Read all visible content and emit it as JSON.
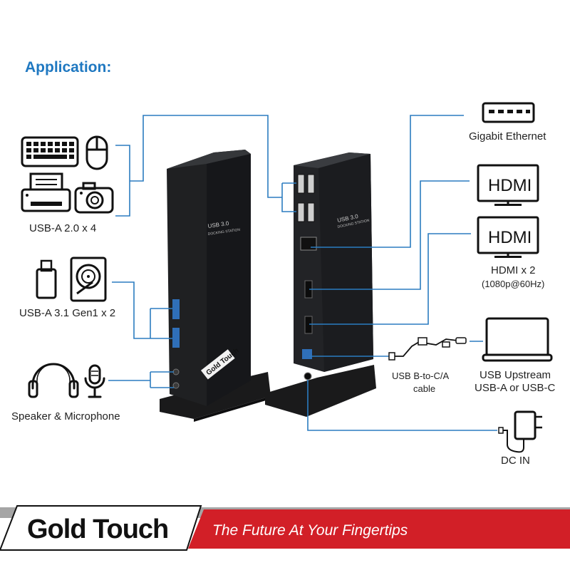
{
  "title": "Application:",
  "labels": {
    "usb_a_20": "USB-A 2.0 x 4",
    "usb_a_31": "USB-A 3.1 Gen1 x 2",
    "speaker_mic": "Speaker & Microphone",
    "gigabit_ethernet": "Gigabit Ethernet",
    "hdmi_count": "HDMI x 2",
    "hdmi_res": "(1080p@60Hz)",
    "usb_cable_line1": "USB B-to-C/A",
    "usb_cable_line2": "cable",
    "upstream_line1": "USB Upstream",
    "upstream_line2": "USB-A or USB-C",
    "dc_in": "DC IN"
  },
  "monitors": [
    {
      "text": "HDMI"
    },
    {
      "text": "HDMI"
    }
  ],
  "dock": {
    "front_text": "USB 3.0",
    "front_subtext": "DOCKING STATION",
    "back_text": "USB 3.0",
    "back_subtext": "DOCKING STATION",
    "sticker": "Gold Touch"
  },
  "brand": {
    "logo": "Gold Touch",
    "tagline": "The Future At Your Fingertips"
  },
  "icons": [
    "keyboard-icon",
    "mouse-icon",
    "printer-icon",
    "camera-icon",
    "usb-stick-icon",
    "hard-drive-icon",
    "headphones-icon",
    "microphone-icon",
    "ethernet-switch-icon",
    "monitor-icon",
    "laptop-icon",
    "power-adapter-icon",
    "usb-cable-icon"
  ],
  "colors": {
    "title": "#1f78c1",
    "connector_lines": "#2b7cc0",
    "dock_body": "#1d1e20",
    "brand_red": "#d21f27"
  }
}
